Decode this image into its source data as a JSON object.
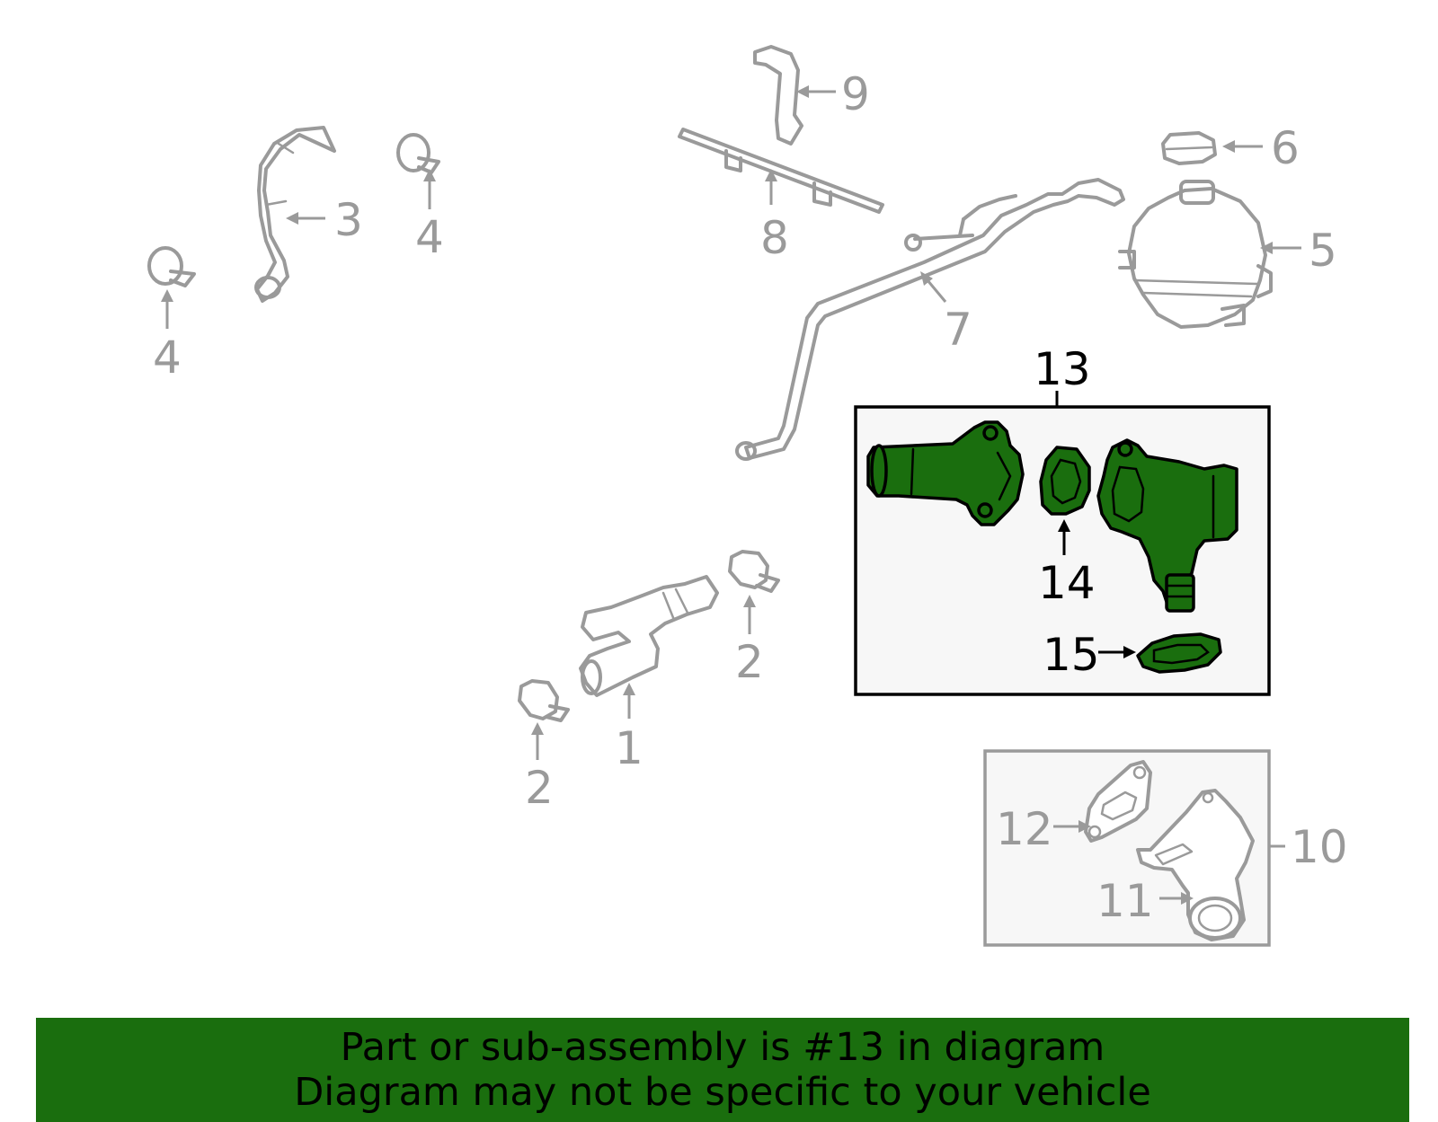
{
  "colors": {
    "highlight": "#1a6e0e",
    "line_gray": "#9a9a9a",
    "highlight_box_bg": "#f7f7f7"
  },
  "callouts": {
    "c1": "1",
    "c2a": "2",
    "c2b": "2",
    "c3": "3",
    "c4a": "4",
    "c4b": "4",
    "c5": "5",
    "c6": "6",
    "c7": "7",
    "c8": "8",
    "c9": "9",
    "c10": "10",
    "c11": "11",
    "c12": "12",
    "c13": "13",
    "c14": "14",
    "c15": "15"
  },
  "highlighted_part": "13",
  "banner": {
    "line1": "Part or sub-assembly is #13 in diagram",
    "line2": "Diagram may not be specific to your vehicle"
  }
}
